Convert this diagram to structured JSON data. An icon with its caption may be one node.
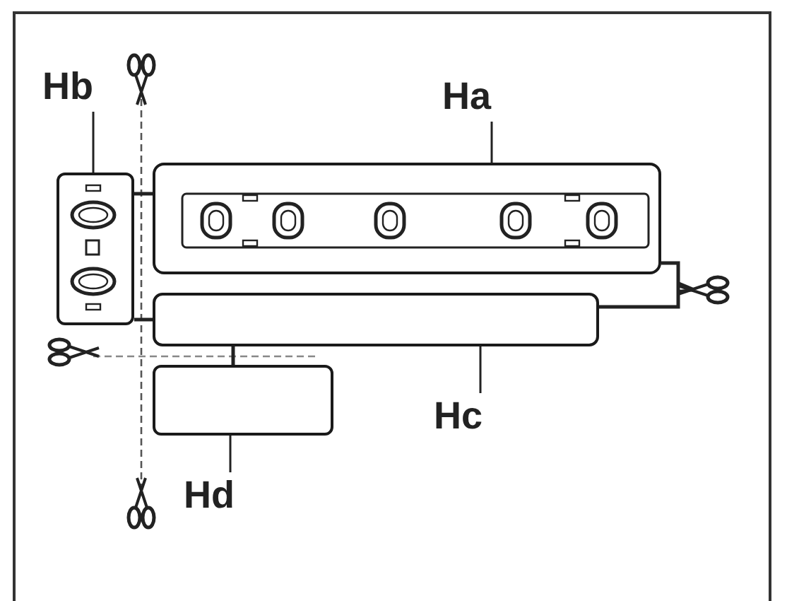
{
  "diagram": {
    "nodes": [
      {
        "text": [
          "Hb"
        ]
      },
      {
        "text": [
          "Ha"
        ]
      },
      {
        "text": [
          "Hc"
        ]
      },
      {
        "text": [
          "Hd"
        ]
      },
      {
        "text": [],
        "shape": "box"
      },
      {
        "text": [],
        "shape": "box"
      },
      {
        "text": [],
        "shape": "box"
      },
      {
        "text": [],
        "shape": "box"
      }
    ],
    "edges": [
      {
        "from": 0,
        "to": 4,
        "arrow": "none"
      },
      {
        "from": 1,
        "to": 5,
        "arrow": "none"
      },
      {
        "from": 2,
        "to": 6,
        "arrow": "none"
      },
      {
        "from": 3,
        "to": 7,
        "arrow": "none"
      },
      {
        "from": 4,
        "to": 5,
        "arrow": "none"
      },
      {
        "from": 4,
        "to": 6,
        "arrow": "none"
      },
      {
        "from": 5,
        "to": 6,
        "arrow": "none"
      },
      {
        "from": 6,
        "to": 7,
        "arrow": "none"
      }
    ]
  }
}
